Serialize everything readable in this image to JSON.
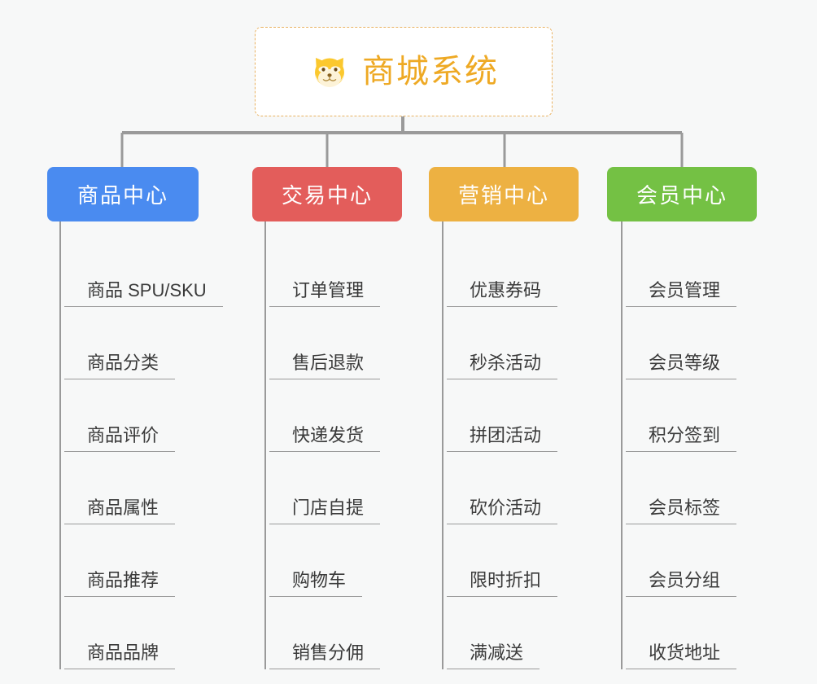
{
  "diagram": {
    "type": "org-chart",
    "background_color": "#f7f8f8",
    "root": {
      "title": "商城系统",
      "icon": "shiba-dog-icon",
      "text_color": "#eea924",
      "border_color": "#e9b261",
      "fill_color": "#ffffff"
    },
    "connector_color": "#9a9a9a",
    "columns": [
      {
        "label": "商品中心",
        "color": "#4a8bf0",
        "items": [
          "商品 SPU/SKU",
          "商品分类",
          "商品评价",
          "商品属性",
          "商品推荐",
          "商品品牌"
        ]
      },
      {
        "label": "交易中心",
        "color": "#e35d5b",
        "items": [
          "订单管理",
          "售后退款",
          "快递发货",
          "门店自提",
          "购物车",
          "销售分佣"
        ]
      },
      {
        "label": "营销中心",
        "color": "#edb142",
        "items": [
          "优惠券码",
          "秒杀活动",
          "拼团活动",
          "砍价活动",
          "限时折扣",
          "满减送"
        ]
      },
      {
        "label": "会员中心",
        "color": "#74c144",
        "items": [
          "会员管理",
          "会员等级",
          "积分签到",
          "会员标签",
          "会员分组",
          "收货地址"
        ]
      }
    ]
  }
}
